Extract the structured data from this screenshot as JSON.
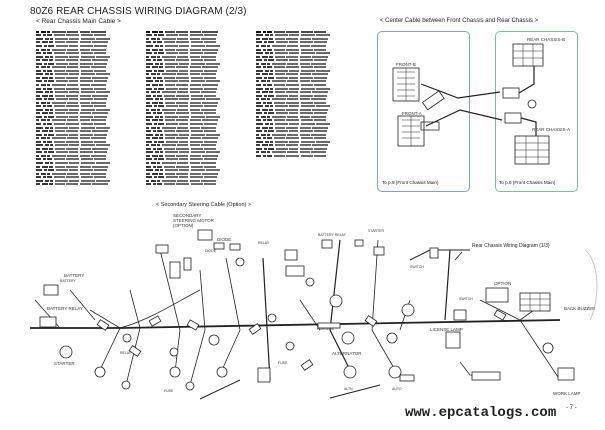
{
  "title": "80Z6 REAR CHASSIS WIRING DIAGRAM (2/3)",
  "subtitle": "< Rear Chassis Main Cable >",
  "center_cable_title": "< Center Cable between Front Chassis and Rear Chassis >",
  "center_box": {
    "front_b": "FRONT-B",
    "front_a": "FRONT-A",
    "rear_b": "REAR CHASSIS-B",
    "rear_a": "REAR CHASSIS-A",
    "caption_left": "To p.9 (Front Chassis Main)",
    "caption_right": "To p.8 (Front Chassis Main)"
  },
  "secondary_title": "< Secondary Steering Cable (Option) >",
  "rear_chassis_label": "Rear Chassis Wiring Diagram (1/3)",
  "part_labels": {
    "diode": "DIODE",
    "option": "OPTION",
    "battery": "BATTERY",
    "battery_relay": "BATTERY RELAY",
    "starter": "STARTER",
    "alternator": "ALTERNATOR",
    "work_lamp": "WORK LAMP",
    "back_buzzer": "BACK BUZZER",
    "license_lamp": "LICENSE LAMP",
    "secondary_motor": "SECONDARY STEERING MOTOR (OPTION)"
  },
  "watermark": "www.epcatalogs.com",
  "page_number": "- 7 -"
}
